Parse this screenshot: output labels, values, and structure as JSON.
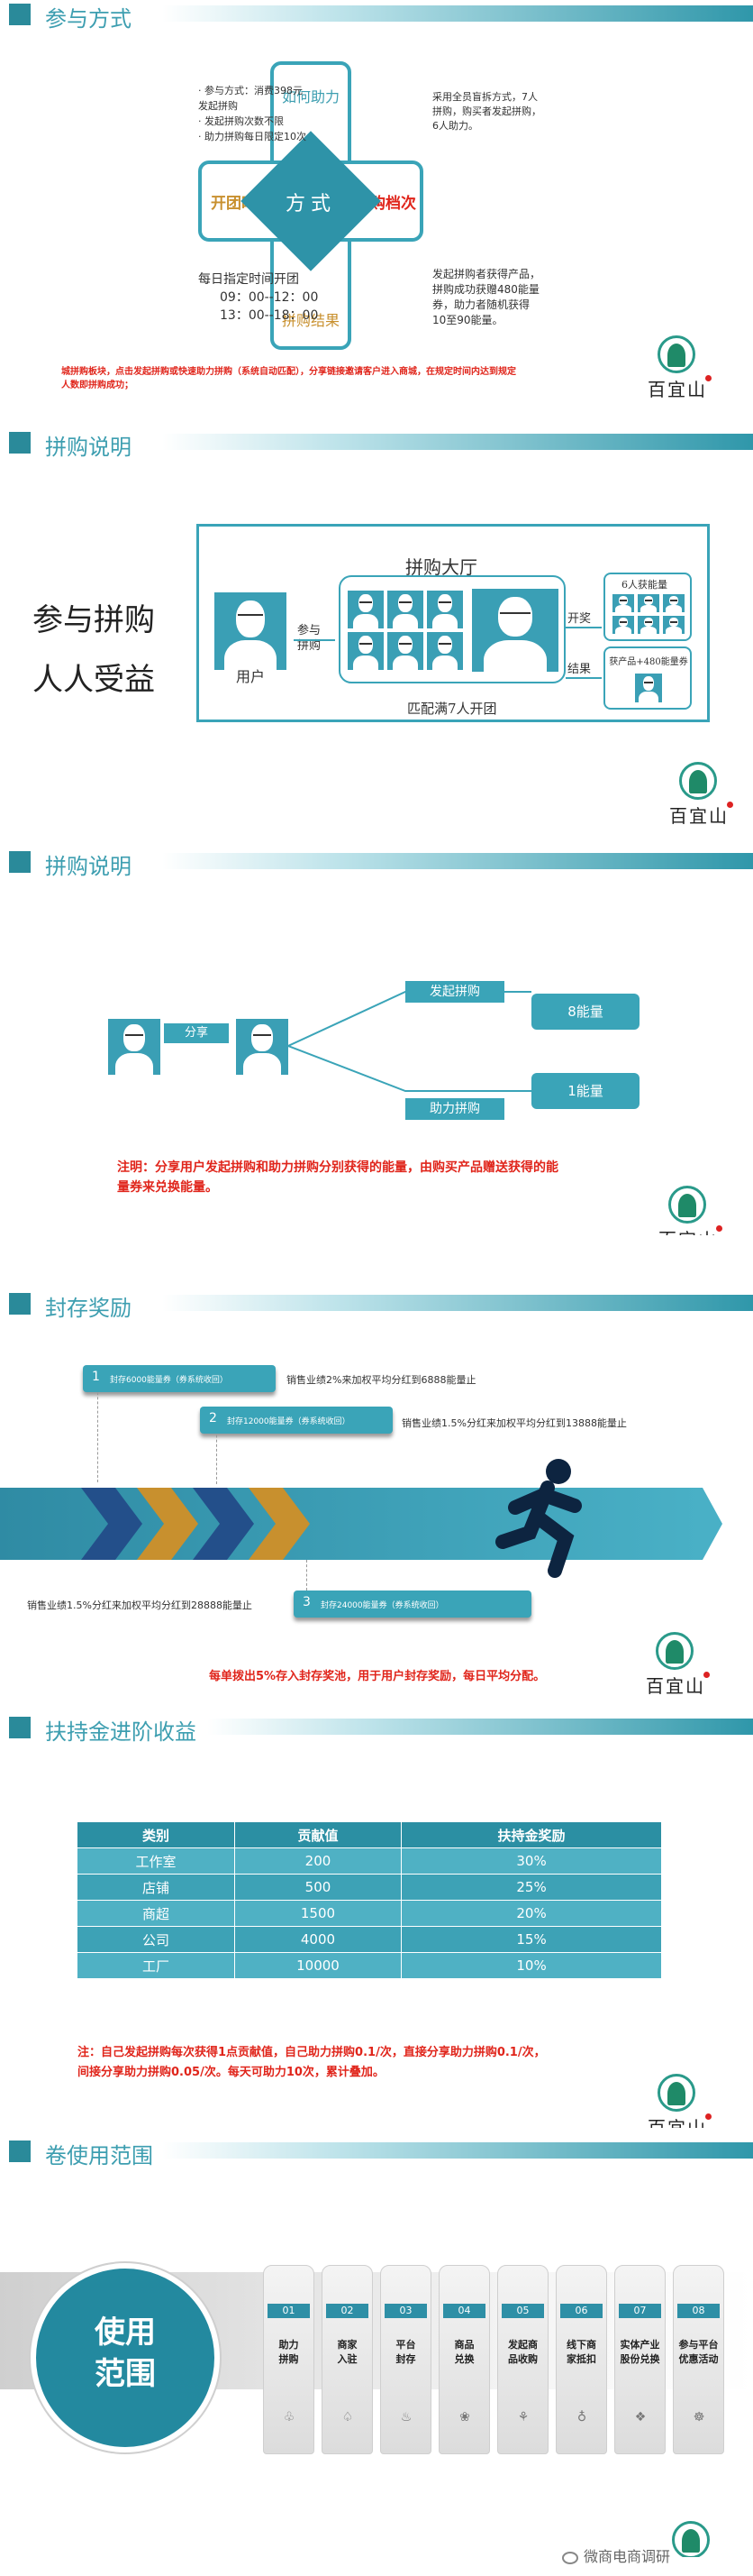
{
  "s1": {
    "title": "参与方式",
    "center": "方式",
    "top": "如何助力",
    "left": "开团时间",
    "right": "拼购档次",
    "bottom": "拼购结果",
    "tl": [
      "· 参与方式：消费398元",
      "发起拼购",
      "· 发起拼购次数不限",
      "· 助力拼购每日限定10次"
    ],
    "tr": [
      "采用全员盲拆方式，7人",
      "拼购，购买者发起拼购，",
      "6人助力。"
    ],
    "bl": [
      "每日指定时间开团",
      "09：00--12：00",
      "13：00--18：00"
    ],
    "br": [
      "发起拼购者获得产品，",
      "拼购成功获赠480能量",
      "券，助力者随机获得",
      "10至90能量。"
    ],
    "note": [
      "城拼购板块，点击发起拼购或快速助力拼购（系统自动匹配），分享链接邀请客户进入商城，在规定时间内达到规定",
      "人数即拼购成功；"
    ]
  },
  "s2": {
    "title": "拼购说明",
    "left": [
      "参与拼购",
      "人人受益"
    ],
    "user": "用户",
    "join": [
      "参与",
      "拼购"
    ],
    "hall": "拼购大厅",
    "match": "匹配满7人开团",
    "open": "开奖",
    "result": "结果",
    "six": "6人获能量",
    "prod": "获产品+480能量券"
  },
  "s3": {
    "title": "拼购说明",
    "share": "分享",
    "launch": "发起拼购",
    "assist": "助力拼购",
    "e8": "8能量",
    "e1": "1能量",
    "note": [
      "注明：分享用户发起拼购和助力拼购分别获得的能量，由购买产品赠送获得的能",
      "量券来兑换能量。"
    ]
  },
  "s4": {
    "title": "封存奖励",
    "items": [
      {
        "n": "1",
        "label": "封存6000能量券（券系统收回）",
        "desc": "销售业绩2%来加权平均分红到6888能量止"
      },
      {
        "n": "2",
        "label": "封存12000能量券（券系统收回）",
        "desc": "销售业绩1.5%分红来加权平均分红到13888能量止"
      },
      {
        "n": "3",
        "label": "封存24000能量券（券系统收回）",
        "desc": "销售业绩1.5%分红来加权平均分红到28888能量止"
      }
    ],
    "note": "每单拨出5%存入封存奖池，用于用户封存奖励，每日平均分配。"
  },
  "s5": {
    "title": "扶持金进阶收益",
    "headers": [
      "类别",
      "贡献值",
      "扶持金奖励"
    ],
    "rows": [
      [
        "工作室",
        "200",
        "30%"
      ],
      [
        "店铺",
        "500",
        "25%"
      ],
      [
        "商超",
        "1500",
        "20%"
      ],
      [
        "公司",
        "4000",
        "15%"
      ],
      [
        "工厂",
        "10000",
        "10%"
      ]
    ],
    "note": [
      "注：自己发起拼购每次获得1点贡献值，自己助力拼购0.1/次，直接分享助力拼购0.1/次，",
      "间接分享助力拼购0.05/次。每天可助力10次，累计叠加。"
    ]
  },
  "s6": {
    "title": "卷使用范围",
    "circle": [
      "使用",
      "范围"
    ],
    "cards": [
      {
        "n": "01",
        "l": "助力\n拼购"
      },
      {
        "n": "02",
        "l": "商家\n入驻"
      },
      {
        "n": "03",
        "l": "平台\n封存"
      },
      {
        "n": "04",
        "l": "商品\n兑换"
      },
      {
        "n": "05",
        "l": "发起商\n品收购"
      },
      {
        "n": "06",
        "l": "线下商\n家抵扣"
      },
      {
        "n": "07",
        "l": "实体产业\n股份兑换"
      },
      {
        "n": "08",
        "l": "参与平台\n优惠活动"
      }
    ],
    "watermark": "微商电商调研"
  },
  "logo": "百宜山",
  "colors": {
    "accent": "#3aa4b8",
    "dark": "#2a8a9a",
    "red": "#e0251b",
    "gold": "#c8902e"
  }
}
